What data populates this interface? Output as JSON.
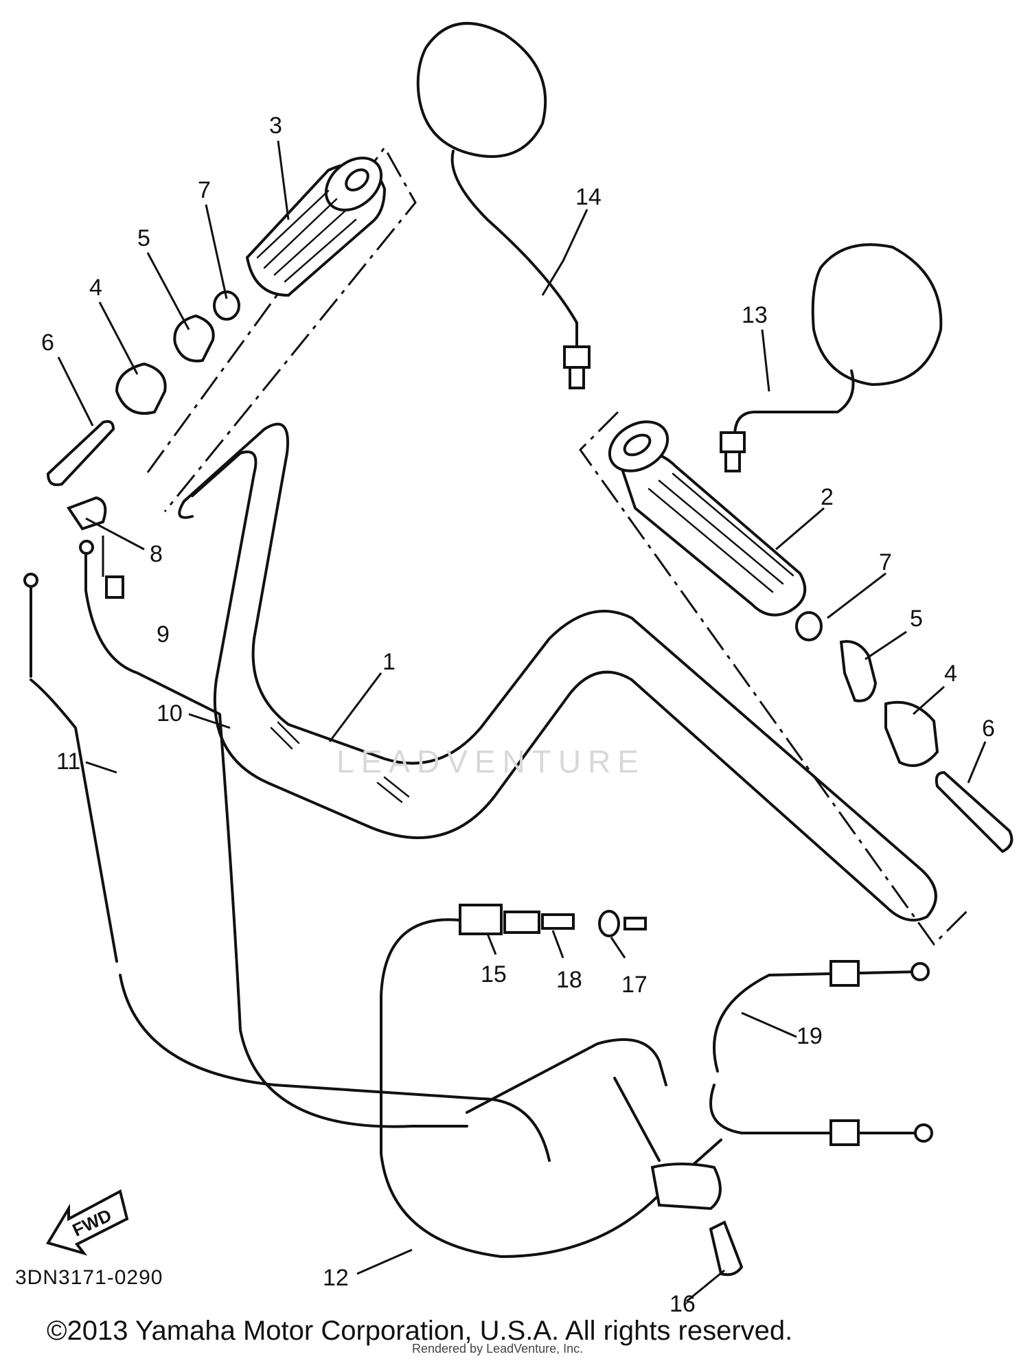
{
  "diagram": {
    "code": "3DN3171-0290",
    "copyright": "©2013 Yamaha Motor Corporation, U.S.A. All rights reserved.",
    "rendered_by": "Rendered by LeadVenture, Inc.",
    "watermark": "LEADVENTURE",
    "fwd_label": "FWD",
    "callouts": [
      {
        "id": "1",
        "label": "1"
      },
      {
        "id": "2",
        "label": "2"
      },
      {
        "id": "3",
        "label": "3"
      },
      {
        "id": "4L",
        "label": "4"
      },
      {
        "id": "4R",
        "label": "4"
      },
      {
        "id": "5L",
        "label": "5"
      },
      {
        "id": "5R",
        "label": "5"
      },
      {
        "id": "6L",
        "label": "6"
      },
      {
        "id": "6R",
        "label": "6"
      },
      {
        "id": "7L",
        "label": "7"
      },
      {
        "id": "7R",
        "label": "7"
      },
      {
        "id": "8",
        "label": "8"
      },
      {
        "id": "9",
        "label": "9"
      },
      {
        "id": "10",
        "label": "10"
      },
      {
        "id": "11",
        "label": "11"
      },
      {
        "id": "12",
        "label": "12"
      },
      {
        "id": "13",
        "label": "13"
      },
      {
        "id": "14",
        "label": "14"
      },
      {
        "id": "15",
        "label": "15"
      },
      {
        "id": "16",
        "label": "16"
      },
      {
        "id": "17",
        "label": "17"
      },
      {
        "id": "18",
        "label": "18"
      },
      {
        "id": "19",
        "label": "19"
      }
    ]
  }
}
